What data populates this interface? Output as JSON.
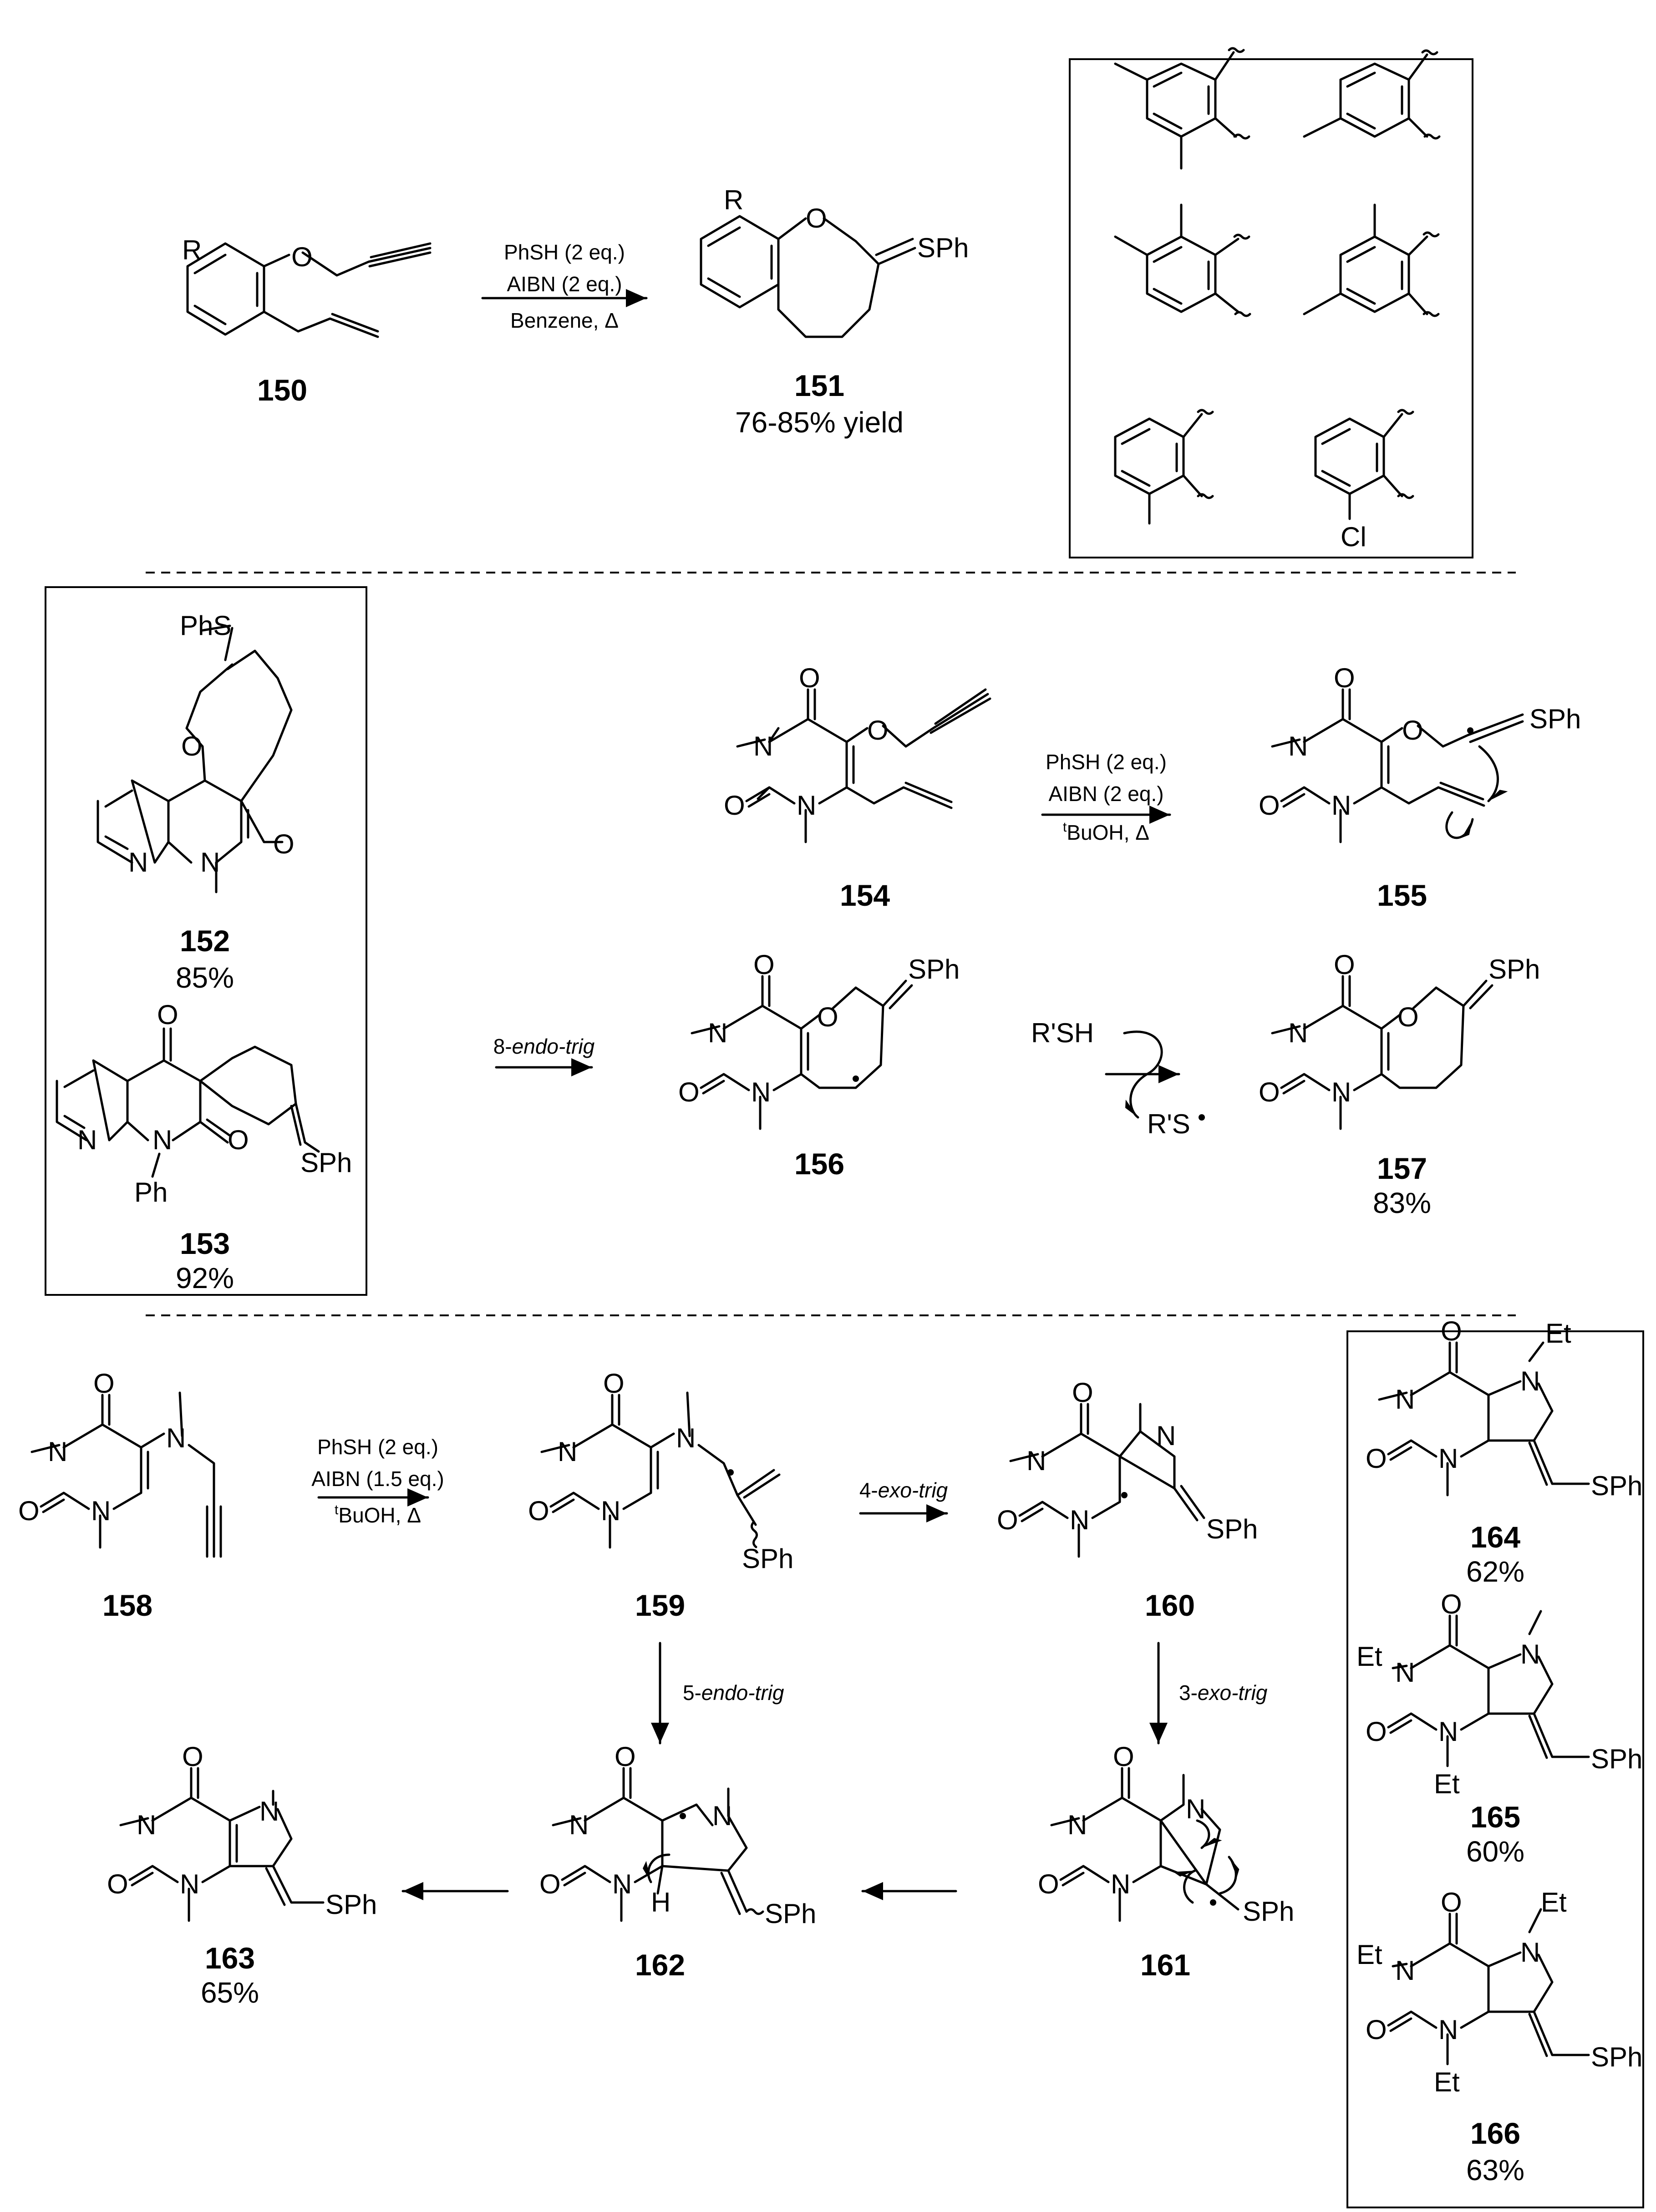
{
  "compounds": {
    "c150": {
      "id": "150",
      "atoms": {
        "R": "R",
        "O": "O"
      }
    },
    "c151": {
      "id": "151",
      "yield": "76-85% yield",
      "atoms": {
        "R": "R",
        "O": "O",
        "S": "SPh"
      }
    },
    "c152": {
      "id": "152",
      "yield": "85%",
      "atoms": {
        "S": "PhS",
        "O": "O",
        "N1": "N",
        "N2": "N",
        "O2": "O"
      }
    },
    "c153": {
      "id": "153",
      "yield": "92%",
      "atoms": {
        "O1": "O",
        "N1": "N",
        "N2": "N",
        "O2": "O",
        "Ph": "Ph",
        "S": "SPh"
      }
    },
    "c154": {
      "id": "154",
      "atoms": {
        "O1": "O",
        "O2": "O",
        "O3": "O",
        "N1": "N",
        "N2": "N"
      }
    },
    "c155": {
      "id": "155",
      "atoms": {
        "O1": "O",
        "O2": "O",
        "O3": "O",
        "N1": "N",
        "N2": "N",
        "S": "SPh"
      }
    },
    "c156": {
      "id": "156",
      "atoms": {
        "O1": "O",
        "O2": "O",
        "O3": "O",
        "N1": "N",
        "N2": "N",
        "S": "SPh"
      }
    },
    "c157": {
      "id": "157",
      "yield": "83%",
      "atoms": {
        "O1": "O",
        "O2": "O",
        "O3": "O",
        "N1": "N",
        "N2": "N",
        "S": "SPh"
      }
    },
    "c158": {
      "id": "158",
      "atoms": {
        "O1": "O",
        "O2": "O",
        "N1": "N",
        "N2": "N",
        "N3": "N"
      }
    },
    "c159": {
      "id": "159",
      "atoms": {
        "O1": "O",
        "O2": "O",
        "N1": "N",
        "N2": "N",
        "N3": "N",
        "S": "SPh"
      }
    },
    "c160": {
      "id": "160",
      "atoms": {
        "O1": "O",
        "O2": "O",
        "N1": "N",
        "N2": "N",
        "N3": "N",
        "S": "SPh"
      }
    },
    "c161": {
      "id": "161",
      "atoms": {
        "O1": "O",
        "O2": "O",
        "N1": "N",
        "N2": "N",
        "N3": "N",
        "S": "SPh"
      }
    },
    "c162": {
      "id": "162",
      "atoms": {
        "O1": "O",
        "O2": "O",
        "N1": "N",
        "N2": "N",
        "N3": "N",
        "H": "H",
        "S": "SPh"
      }
    },
    "c163": {
      "id": "163",
      "yield": "65%",
      "atoms": {
        "O1": "O",
        "O2": "O",
        "N1": "N",
        "N2": "N",
        "N3": "N",
        "S": "SPh"
      }
    },
    "c164": {
      "id": "164",
      "yield": "62%",
      "atoms": {
        "O1": "O",
        "O2": "O",
        "N1": "N",
        "N2": "N",
        "N3": "N",
        "Et": "Et",
        "S": "SPh"
      }
    },
    "c165": {
      "id": "165",
      "yield": "60%",
      "atoms": {
        "O1": "O",
        "O2": "O",
        "N1": "N",
        "N2": "N",
        "N3": "N",
        "Et1": "Et",
        "Et2": "Et",
        "S": "SPh"
      }
    },
    "c166": {
      "id": "166",
      "yield": "63%",
      "atoms": {
        "O1": "O",
        "O2": "O",
        "N1": "N",
        "N2": "N",
        "N3": "N",
        "Et1": "Et",
        "Et2": "Et",
        "Et3": "Et",
        "S": "SPh"
      }
    }
  },
  "substituent_box": {
    "cl": "Cl"
  },
  "conditions": {
    "r1": [
      "PhSH (2 eq.)",
      "AIBN (2 eq.)",
      "Benzene, Δ"
    ],
    "r2": {
      "line1": "PhSH (2 eq.)",
      "line2": "AIBN (2 eq.)",
      "sup": "t",
      "line3": "BuOH, Δ"
    },
    "r3": {
      "line1": "PhSH (2 eq.)",
      "line2": "AIBN (1.5 eq.)",
      "sup": "t",
      "line3": "BuOH, Δ"
    },
    "cyc_156": {
      "n": "8-",
      "mode": "endo-trig"
    },
    "cyc_160": {
      "n": "4-",
      "mode": "exo-trig"
    },
    "cyc_162": {
      "n": "5-",
      "mode": "endo-trig"
    },
    "cyc_161": {
      "n": "3-",
      "mode": "exo-trig"
    },
    "thiol_in": "R'SH",
    "thiol_out": "R'S"
  }
}
